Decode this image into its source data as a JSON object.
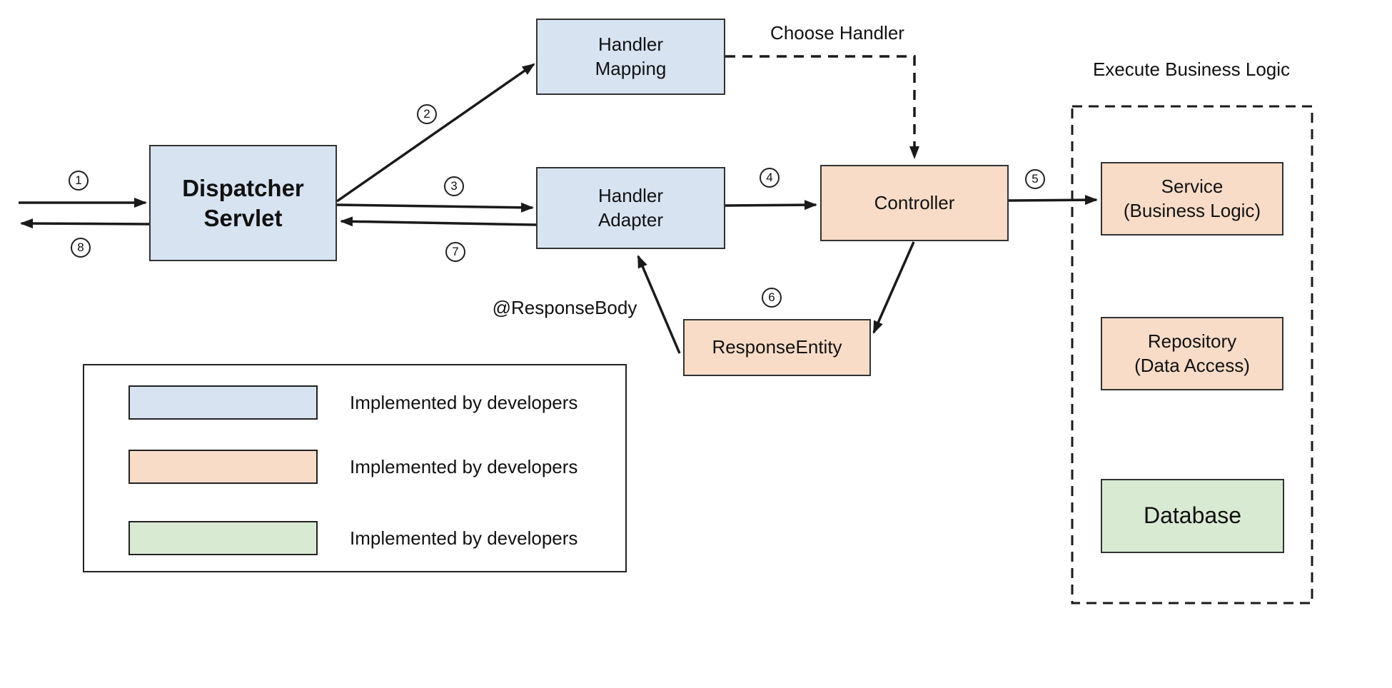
{
  "nodes": {
    "dispatcher_servlet": "Dispatcher\nServlet",
    "handler_mapping": "Handler\nMapping",
    "handler_adapter": "Handler\nAdapter",
    "controller": "Controller",
    "response_entity": "ResponseEntity",
    "service": "Service\n(Business Logic)",
    "repository": "Repository\n(Data Access)",
    "database": "Database"
  },
  "annotations": {
    "choose_handler": "Choose Handler",
    "execute_business_logic": "Execute Business Logic",
    "response_body": "@ResponseBody"
  },
  "steps": [
    {
      "n": "1"
    },
    {
      "n": "2"
    },
    {
      "n": "3"
    },
    {
      "n": "4"
    },
    {
      "n": "5"
    },
    {
      "n": "6"
    },
    {
      "n": "7"
    },
    {
      "n": "8"
    }
  ],
  "legend": {
    "items": [
      {
        "swatch_color": "#d7e3f1",
        "label": "Implemented by developers"
      },
      {
        "swatch_color": "#f8dcc8",
        "label": "Implemented by developers"
      },
      {
        "swatch_color": "#d9ead3",
        "label": "Implemented by developers"
      }
    ]
  },
  "colors": {
    "node_blue": "#d7e3f1",
    "node_orange": "#f8dcc8",
    "node_green": "#d9ead3",
    "stroke": "#1a1a1a",
    "border": "#333333"
  }
}
